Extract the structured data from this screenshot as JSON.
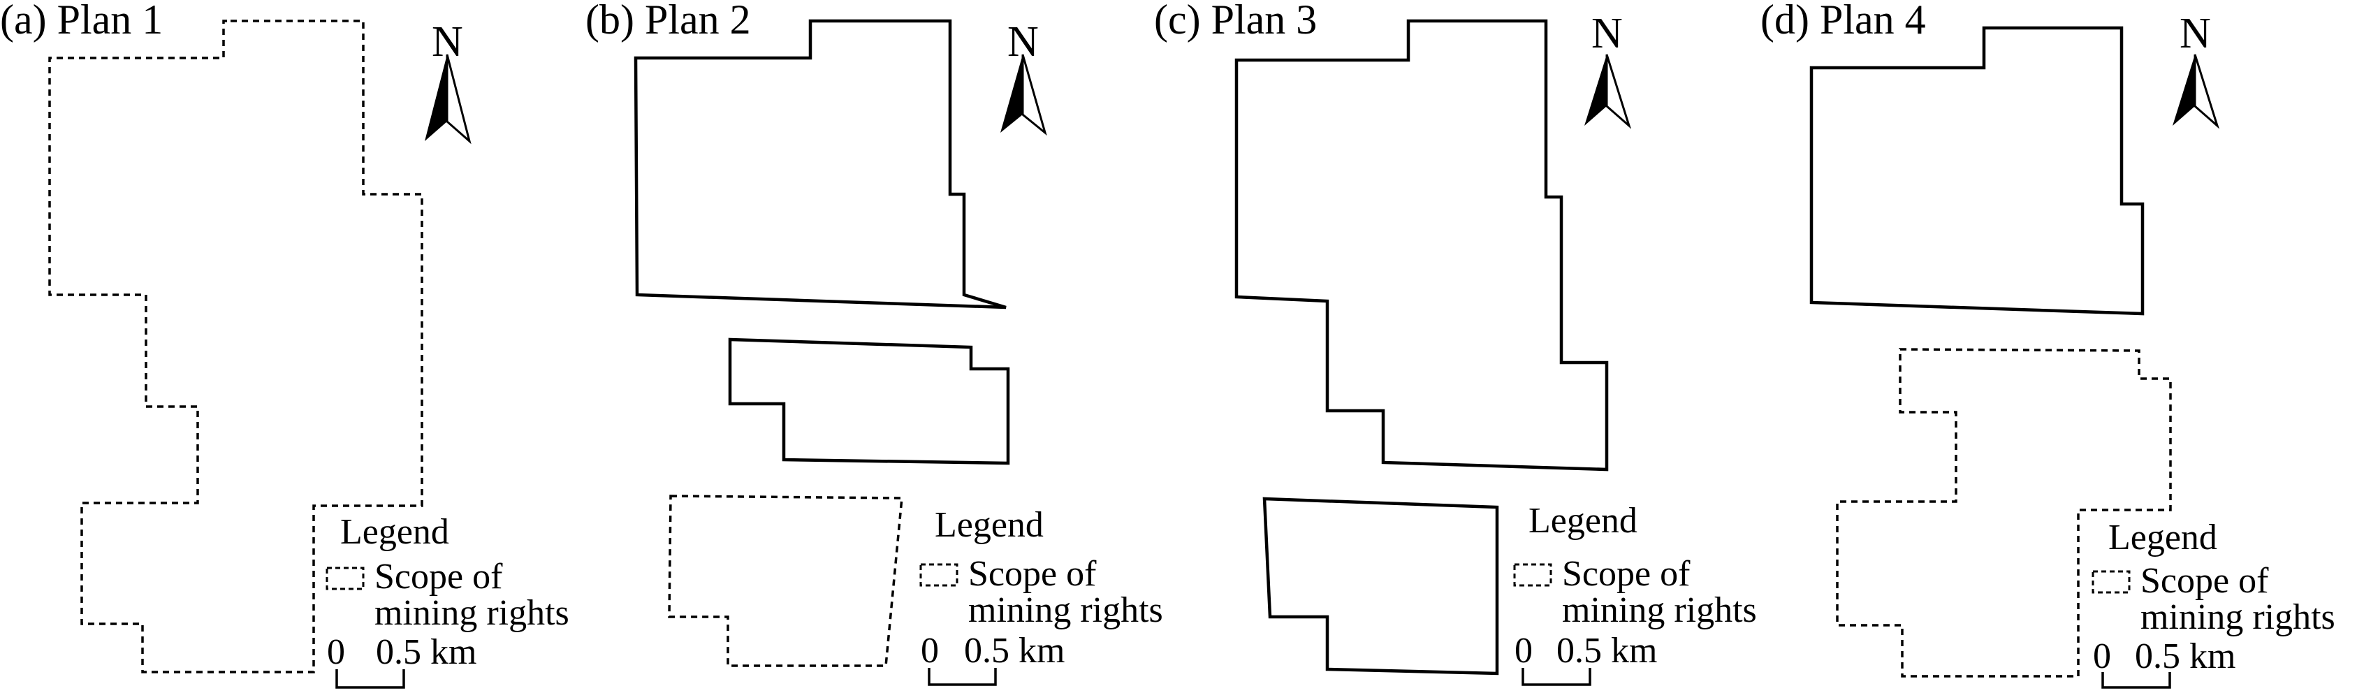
{
  "figure": {
    "panels": [
      {
        "title": "(a) Plan 1",
        "north_label": "N",
        "legend_title": "Legend",
        "legend_item_line1": "Scope of",
        "legend_item_line2": "mining rights",
        "scale_zero": "0",
        "scale_value": "0.5 km",
        "blocks": [
          {
            "status": "dashed"
          }
        ]
      },
      {
        "title": "(b) Plan 2",
        "north_label": "N",
        "legend_title": "Legend",
        "legend_item_line1": "Scope of",
        "legend_item_line2": "mining rights",
        "scale_zero": "0",
        "scale_value": "0.5 km",
        "blocks": [
          {
            "status": "solid"
          },
          {
            "status": "solid"
          },
          {
            "status": "dashed"
          }
        ]
      },
      {
        "title": "(c) Plan 3",
        "north_label": "N",
        "legend_title": "Legend",
        "legend_item_line1": "Scope of",
        "legend_item_line2": "mining rights",
        "scale_zero": "0",
        "scale_value": "0.5 km",
        "blocks": [
          {
            "status": "solid"
          },
          {
            "status": "solid"
          }
        ]
      },
      {
        "title": "(d) Plan 4",
        "north_label": "N",
        "legend_title": "Legend",
        "legend_item_line1": "Scope of",
        "legend_item_line2": "mining rights",
        "scale_zero": "0",
        "scale_value": "0.5 km",
        "blocks": [
          {
            "status": "solid"
          },
          {
            "status": "dashed"
          }
        ]
      }
    ]
  }
}
